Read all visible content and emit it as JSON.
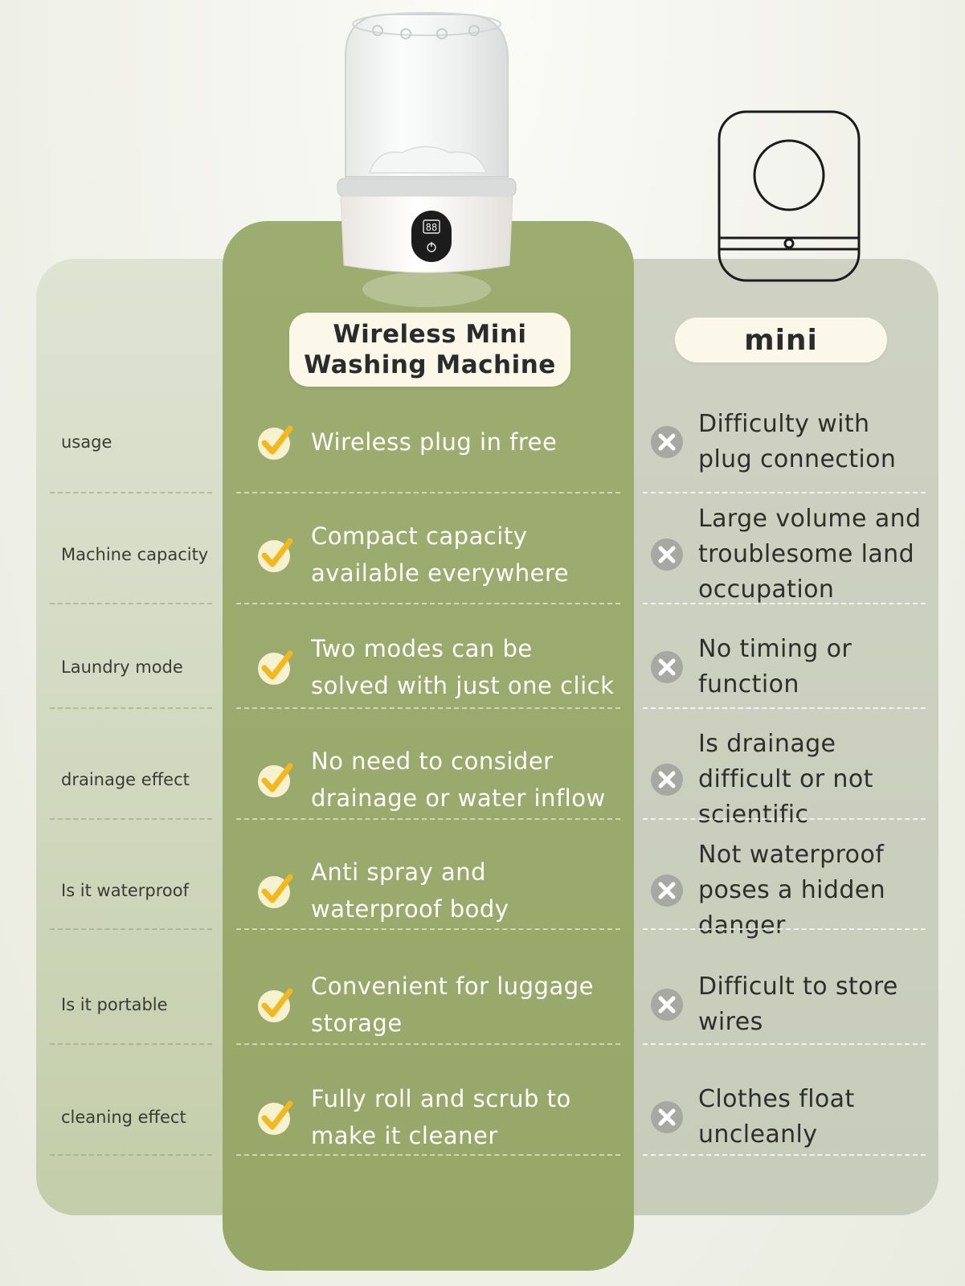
{
  "colors": {
    "accent_green": "#9aaa6c",
    "check_yellow": "#f2b81e",
    "pill_cream": "#fbf8ea"
  },
  "header": {
    "product_title": "Wireless Mini\nWashing Machine",
    "competitor_title": "mini",
    "product_display": "88"
  },
  "rows": [
    {
      "label": "usage",
      "pro": "Wireless plug in free",
      "con": "Difficulty with\nplug connection"
    },
    {
      "label": "Machine capacity",
      "pro": "Compact capacity\navailable everywhere",
      "con": "Large volume and\ntroublesome land\noccupation"
    },
    {
      "label": "Laundry mode",
      "pro": "Two modes can be\nsolved with just one click",
      "con": "No timing or\nfunction"
    },
    {
      "label": "drainage effect",
      "pro": "No need to consider\ndrainage or water inflow",
      "con": "Is drainage\ndifficult or not\nscientific"
    },
    {
      "label": "Is it waterproof",
      "pro": "Anti spray and\nwaterproof body",
      "con": "Not waterproof\nposes a hidden\ndanger"
    },
    {
      "label": "Is it portable",
      "pro": "Convenient for luggage\nstorage",
      "con": "Difficult to store\nwires"
    },
    {
      "label": "cleaning effect",
      "pro": "Fully roll and scrub to\nmake it cleaner",
      "con": "Clothes float\nuncleanly"
    }
  ]
}
